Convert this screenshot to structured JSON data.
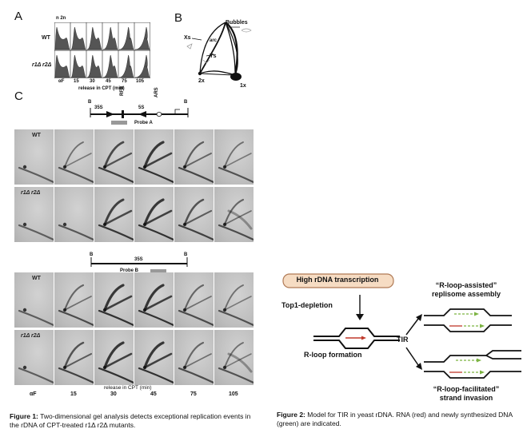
{
  "fig1": {
    "panel_a": {
      "letter": "A",
      "header": "n 2n",
      "rows": [
        "WT",
        "r1Δ r2Δ"
      ],
      "ticks": [
        "αF",
        "15",
        "30",
        "45",
        "75",
        "105"
      ],
      "xlabel": "release in CPT (min)"
    },
    "panel_b": {
      "letter": "B",
      "bubbles": "Bubbles",
      "xs": "Xs",
      "arc": "arc",
      "ys": "Ys",
      "two_x": "2x",
      "one_x": "1x"
    },
    "panel_c": {
      "letter": "C",
      "map_a": {
        "b_left": "B",
        "b_right": "B",
        "s35": "35S",
        "rfb": "RFB",
        "s5": "5S",
        "ars": "ARS",
        "probe": "Probe A"
      },
      "map_b": {
        "b_left": "B",
        "b_right": "B",
        "s35": "35S",
        "probe": "Probe B"
      },
      "rows": [
        "WT",
        "r1Δ r2Δ"
      ],
      "ticks": [
        "αF",
        "15",
        "30",
        "45",
        "75",
        "105"
      ],
      "xlabel": "release in CPT (min)"
    },
    "caption_label": "Figure 1:",
    "caption_text": "Two-dimensional gel analysis detects exceptional replication events in the rDNA of CPT-treated r1Δ r2Δ mutants."
  },
  "fig2": {
    "box": "High rDNA transcription",
    "depletion": "Top1-depletion",
    "rloop": "R-loop formation",
    "tir": "TIR",
    "top_model": [
      "“R-loop-assisted”",
      "replisome assembly"
    ],
    "bottom_model": [
      "“R-loop-facilitated”",
      "strand invasion"
    ],
    "caption_label": "Figure 2:",
    "caption_text": "Model for TIR in yeast rDNA. RNA (red) and newly synthesized DNA (green) are indicated.",
    "colors": {
      "rna": "#c0392b",
      "dna": "#7cb342",
      "box_fill": "#f6dcc3",
      "box_stroke": "#b07a55"
    }
  }
}
